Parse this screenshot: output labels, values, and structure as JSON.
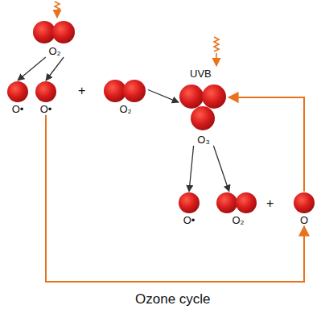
{
  "diagram": {
    "caption": "Ozone cycle",
    "nodes": [
      {
        "text": [
          "O₂"
        ]
      },
      {
        "text": [
          "O•"
        ]
      },
      {
        "text": [
          "O•"
        ]
      },
      {
        "text": [
          "O₂"
        ]
      },
      {
        "text": [
          "O₃"
        ]
      },
      {
        "text": [
          "O•"
        ]
      },
      {
        "text": [
          "O₂"
        ]
      },
      {
        "text": [
          "O"
        ]
      }
    ],
    "edges": [
      {
        "from": 0,
        "to": 1,
        "arrow": "to"
      },
      {
        "from": 0,
        "to": 2,
        "arrow": "to"
      },
      {
        "from": 3,
        "to": 4,
        "arrow": "to"
      },
      {
        "from": 4,
        "to": 5,
        "arrow": "to"
      },
      {
        "from": 4,
        "to": 6,
        "arrow": "to"
      },
      {
        "from": 2,
        "to": 7,
        "arrow": "to"
      },
      {
        "from": 7,
        "to": 4,
        "arrow": "to"
      }
    ],
    "labels": [
      "+",
      "UVB",
      "+"
    ]
  }
}
